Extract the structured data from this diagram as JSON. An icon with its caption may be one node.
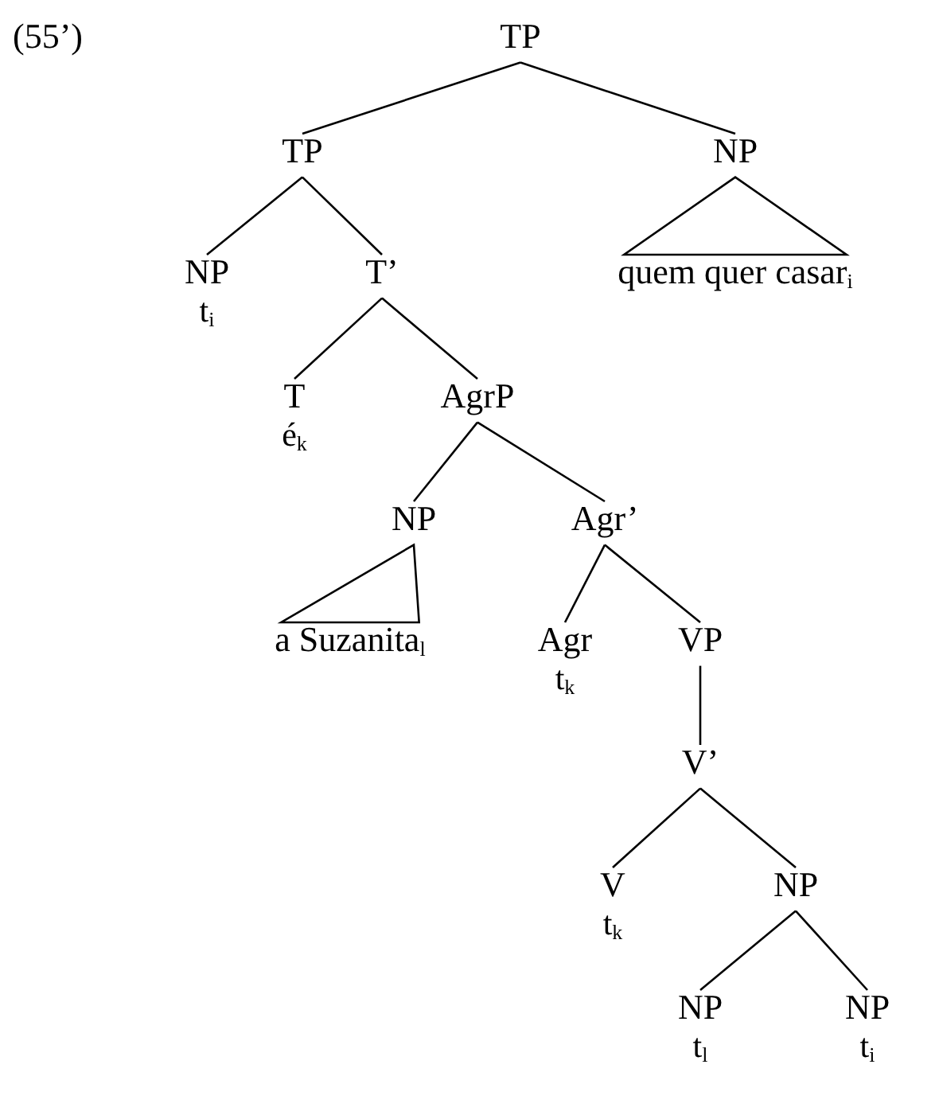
{
  "diagram": {
    "nodes": [
      {
        "text": [
          "TP"
        ]
      },
      {
        "text": [
          "TP"
        ]
      },
      {
        "text": [
          "NP"
        ]
      },
      {
        "text": [
          "quem quer casar$_{i}$"
        ]
      },
      {
        "text": [
          "NP",
          "t$_{i}$"
        ]
      },
      {
        "text": [
          "T’"
        ]
      },
      {
        "text": [
          "T",
          "é$_{k}$"
        ]
      },
      {
        "text": [
          "AgrP"
        ]
      },
      {
        "text": [
          "NP"
        ]
      },
      {
        "text": [
          "a Suzanita$_{l}$"
        ]
      },
      {
        "text": [
          "Agr’"
        ]
      },
      {
        "text": [
          "Agr",
          "t$_{k}$"
        ]
      },
      {
        "text": [
          "VP"
        ]
      },
      {
        "text": [
          "V’"
        ]
      },
      {
        "text": [
          "V",
          "t$_{k}$"
        ]
      },
      {
        "text": [
          "NP"
        ]
      },
      {
        "text": [
          "NP",
          "t$_{l}$"
        ]
      },
      {
        "text": [
          "NP",
          "t$_{i}$"
        ]
      }
    ],
    "edges": [
      {
        "from": 0,
        "to": 1,
        "arrow": "none"
      },
      {
        "from": 0,
        "to": 2,
        "arrow": "none"
      },
      {
        "from": 2,
        "to": 3,
        "arrow": "none"
      },
      {
        "from": 1,
        "to": 4,
        "arrow": "none"
      },
      {
        "from": 1,
        "to": 5,
        "arrow": "none"
      },
      {
        "from": 5,
        "to": 6,
        "arrow": "none"
      },
      {
        "from": 5,
        "to": 7,
        "arrow": "none"
      },
      {
        "from": 7,
        "to": 8,
        "arrow": "none"
      },
      {
        "from": 8,
        "to": 9,
        "arrow": "none"
      },
      {
        "from": 7,
        "to": 10,
        "arrow": "none"
      },
      {
        "from": 10,
        "to": 11,
        "arrow": "none"
      },
      {
        "from": 10,
        "to": 12,
        "arrow": "none"
      },
      {
        "from": 12,
        "to": 13,
        "arrow": "none"
      },
      {
        "from": 13,
        "to": 14,
        "arrow": "none"
      },
      {
        "from": 13,
        "to": 15,
        "arrow": "none"
      },
      {
        "from": 15,
        "to": 16,
        "arrow": "none"
      },
      {
        "from": 15,
        "to": 17,
        "arrow": "none"
      }
    ],
    "labels": [
      "(55’)"
    ]
  }
}
